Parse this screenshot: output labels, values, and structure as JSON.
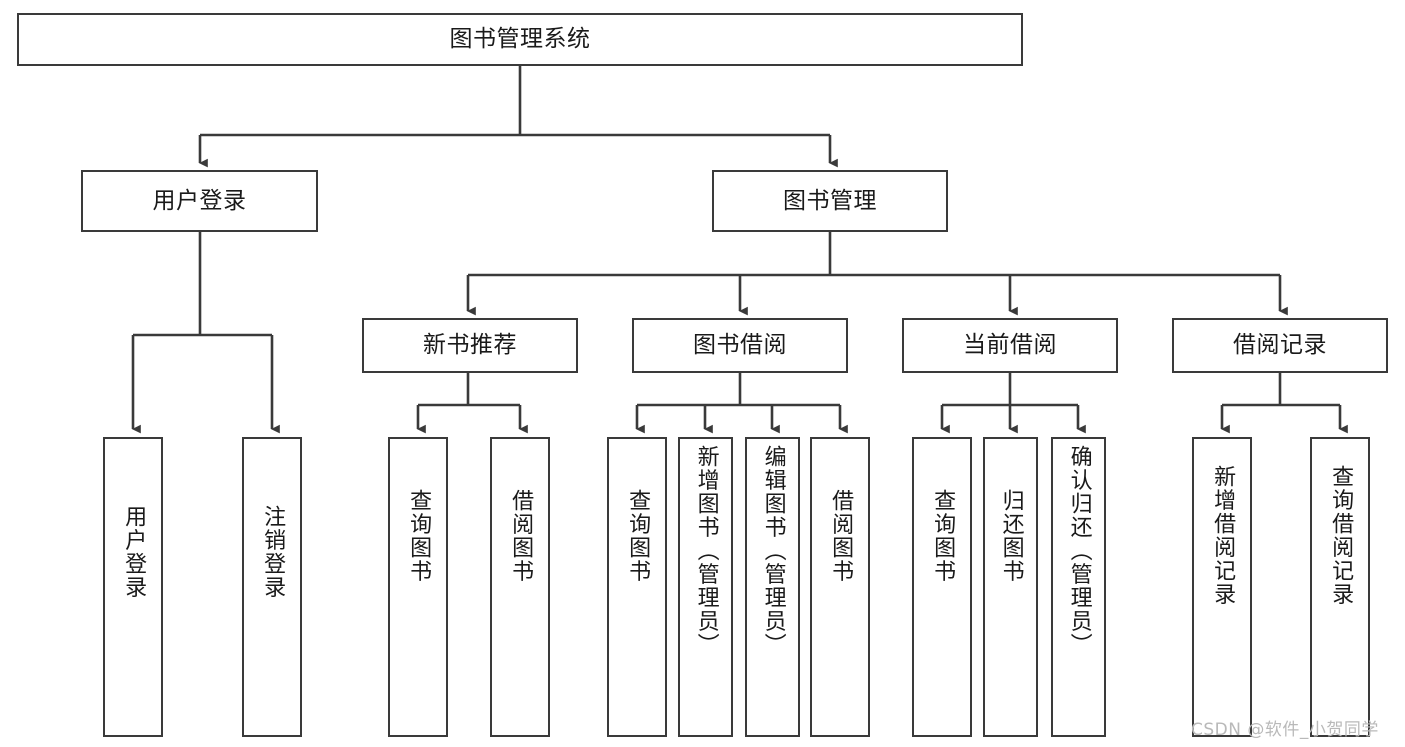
{
  "diagram": {
    "type": "tree",
    "title": "图书管理系统",
    "orientation": "top-down",
    "colors": {
      "background": "#ffffff",
      "box_border": "#3a3a3a",
      "box_fill": "#ffffff",
      "connector": "#3a3a3a",
      "text": "#1a1a1a",
      "watermark": "#b9b9b9"
    },
    "root": {
      "label": "图书管理系统"
    },
    "level2": [
      {
        "label": "用户登录"
      },
      {
        "label": "图书管理"
      }
    ],
    "level3": [
      {
        "label": "新书推荐"
      },
      {
        "label": "图书借阅"
      },
      {
        "label": "当前借阅"
      },
      {
        "label": "借阅记录"
      }
    ],
    "leaves": {
      "user_login": [
        {
          "label": "用户登录"
        },
        {
          "label": "注销登录"
        }
      ],
      "new_book_recommend": [
        {
          "label": "查询图书"
        },
        {
          "label": "借阅图书"
        }
      ],
      "book_borrow": [
        {
          "label": "查询图书"
        },
        {
          "label": "新增图书（管理员）"
        },
        {
          "label": "编辑图书（管理员）"
        },
        {
          "label": "借阅图书"
        }
      ],
      "current_borrow": [
        {
          "label": "查询图书"
        },
        {
          "label": "归还图书"
        },
        {
          "label": "确认归还（管理员）"
        }
      ],
      "borrow_record": [
        {
          "label": "新增借阅记录"
        },
        {
          "label": "查询借阅记录"
        }
      ]
    }
  },
  "watermark": {
    "text": "CSDN @软件_小贺同学"
  }
}
